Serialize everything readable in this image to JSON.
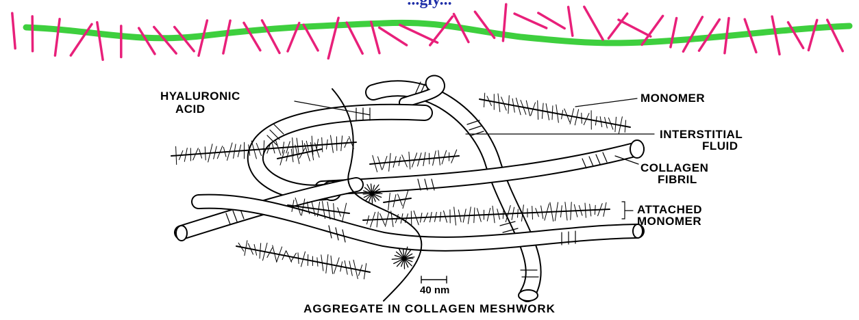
{
  "top_title": "...gly...",
  "labels": {
    "hyaluronic_acid_line1": "HYALURONIC",
    "hyaluronic_acid_line2": "ACID",
    "monomer": "MONOMER",
    "interstitial_line1": "INTERSTITIAL",
    "interstitial_line2": "FLUID",
    "collagen_line1": "COLLAGEN",
    "collagen_line2": "FIBRIL",
    "attached_line1": "ATTACHED",
    "attached_line2": "MONOMER"
  },
  "scale_bar": "40 nm",
  "caption": "AGGREGATE IN COLLAGEN MESHWORK",
  "colors": {
    "backbone": "#3ecf3e",
    "side_chains": "#e8207a",
    "ink": "#000000",
    "title": "#1f2fa8"
  }
}
